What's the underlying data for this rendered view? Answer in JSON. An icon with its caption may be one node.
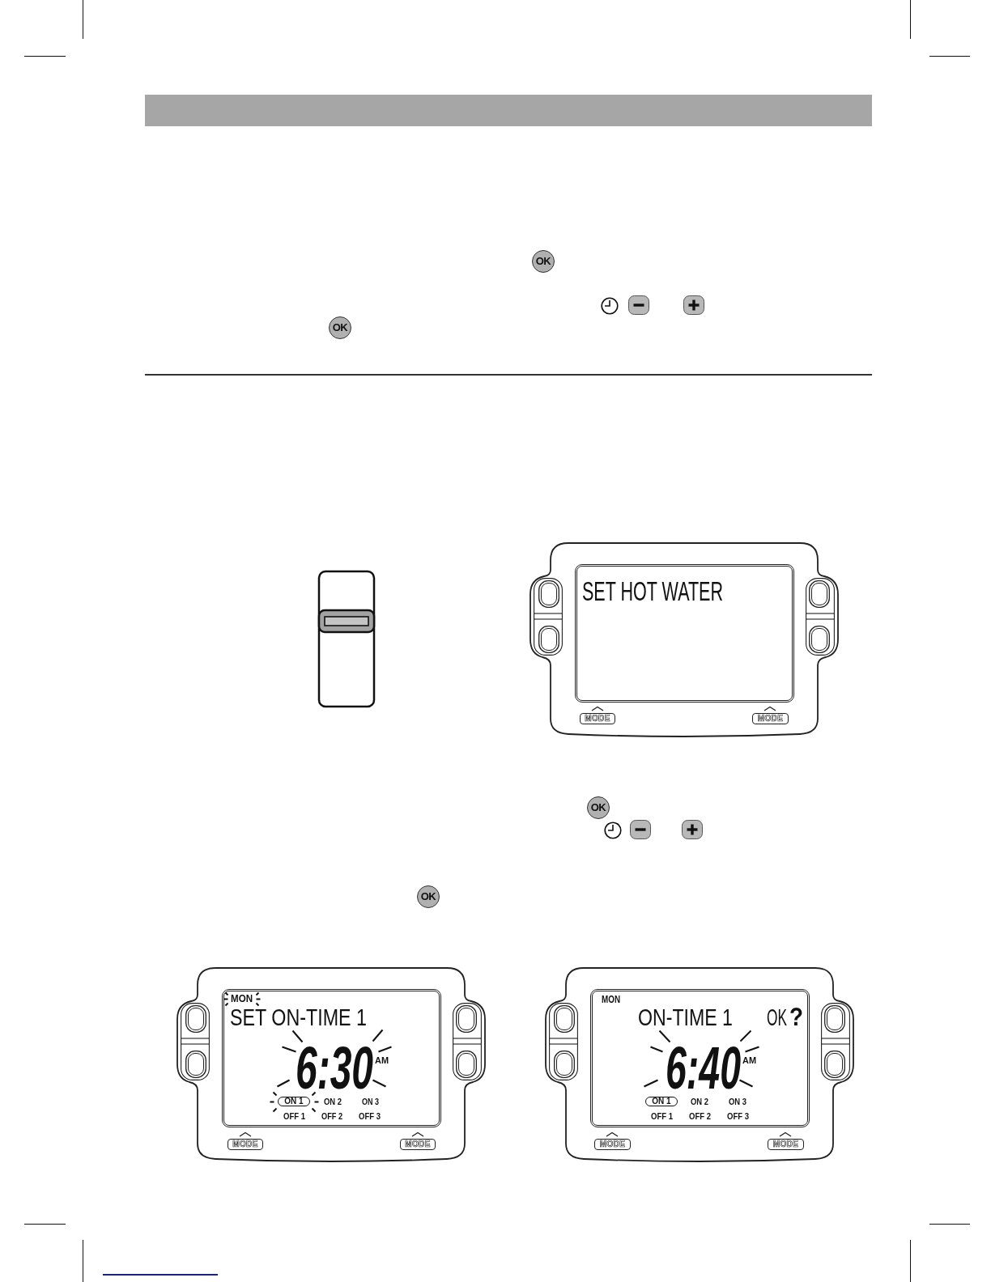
{
  "diagram": {
    "labels": [
      "OK",
      "OK",
      "SET HOT WATER",
      "MODE",
      "MODE",
      "OK",
      "OK",
      "MON",
      "SET ON-TIME 1",
      "6:30",
      "AM",
      "ON 1",
      "ON 2",
      "ON 3",
      "OFF 1",
      "OFF 2",
      "OFF 3",
      "MODE",
      "MODE",
      "MON",
      "ON-TIME 1",
      "OK",
      "?",
      "6:40",
      "AM",
      "ON 1",
      "ON 2",
      "ON 3",
      "OFF 1",
      "OFF 2",
      "OFF 3",
      "MODE",
      "MODE"
    ]
  }
}
